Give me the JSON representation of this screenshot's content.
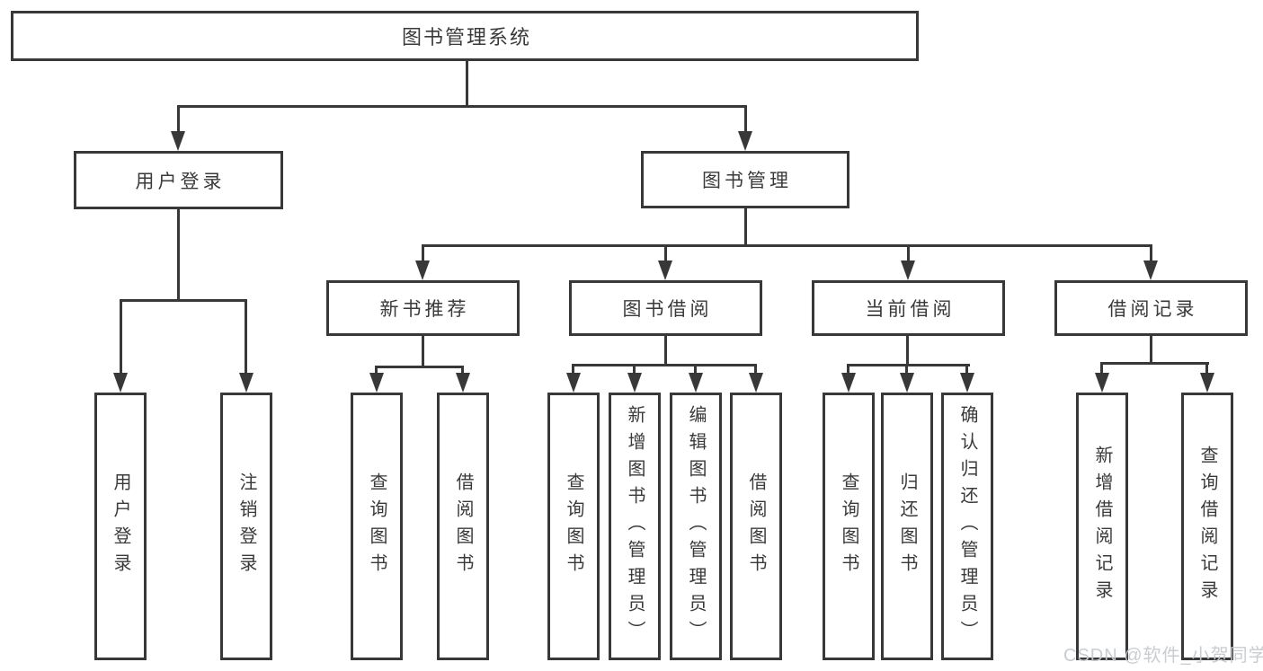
{
  "diagram": {
    "title": "图书管理系统",
    "tree": {
      "label": "图书管理系统",
      "children": [
        {
          "label": "用户登录",
          "children": [
            {
              "label": "用户登录"
            },
            {
              "label": "注销登录"
            }
          ]
        },
        {
          "label": "图书管理",
          "children": [
            {
              "label": "新书推荐",
              "children": [
                {
                  "label": "查询图书"
                },
                {
                  "label": "借阅图书"
                }
              ]
            },
            {
              "label": "图书借阅",
              "children": [
                {
                  "label": "查询图书"
                },
                {
                  "label": "新增图书（管理员）"
                },
                {
                  "label": "编辑图书（管理员）"
                },
                {
                  "label": "借阅图书"
                }
              ]
            },
            {
              "label": "当前借阅",
              "children": [
                {
                  "label": "查询图书"
                },
                {
                  "label": "归还图书"
                },
                {
                  "label": "确认归还（管理员）"
                }
              ]
            },
            {
              "label": "借阅记录",
              "children": [
                {
                  "label": "新增借阅记录"
                },
                {
                  "label": "查询借阅记录"
                }
              ]
            }
          ]
        }
      ]
    },
    "colors": {
      "line_and_text": "#383838",
      "background": "#ffffff",
      "watermark_text": "#c5cacf"
    }
  },
  "watermark": {
    "text": "CSDN @软件_小贺同学"
  }
}
